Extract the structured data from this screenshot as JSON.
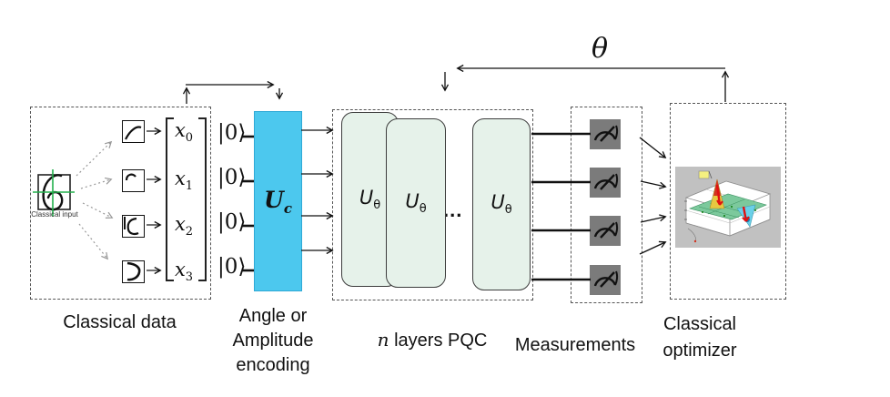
{
  "diagram": {
    "theta_label": "θ",
    "classical_input_caption": "Classical input",
    "section_labels": {
      "classical_data": "Classical data",
      "encoding": [
        "Angle or",
        "Amplitude",
        "encoding"
      ],
      "pqc_prefix_italic": "n",
      "pqc_suffix": " layers PQC",
      "measurements": "Measurements",
      "optimizer": [
        "Classical",
        "optimizer"
      ]
    },
    "vector": {
      "entries": [
        {
          "base": "x",
          "sub": "0"
        },
        {
          "base": "x",
          "sub": "1"
        },
        {
          "base": "x",
          "sub": "2"
        },
        {
          "base": "x",
          "sub": "3"
        }
      ]
    },
    "qubits": {
      "ket": "|0⟩",
      "count": 4
    },
    "gates": {
      "encoder": {
        "base": "U",
        "sub": "c"
      },
      "layer": {
        "base": "U",
        "sub": "θ"
      },
      "ellipsis": "..."
    },
    "icons": {
      "measurement": "gauge-icon",
      "optimizer_plot": "3d-surface-plot",
      "input_image": "handwritten-digit-6"
    },
    "colors": {
      "encoder_box": "#4cc8ee",
      "pqc_layer_fill": "#e6f2ea",
      "meter_background": "#7b7b7b",
      "plot_background": "#c1c1c1",
      "crosshair_green": "#22b14c",
      "dashed_border": "#555555"
    }
  }
}
